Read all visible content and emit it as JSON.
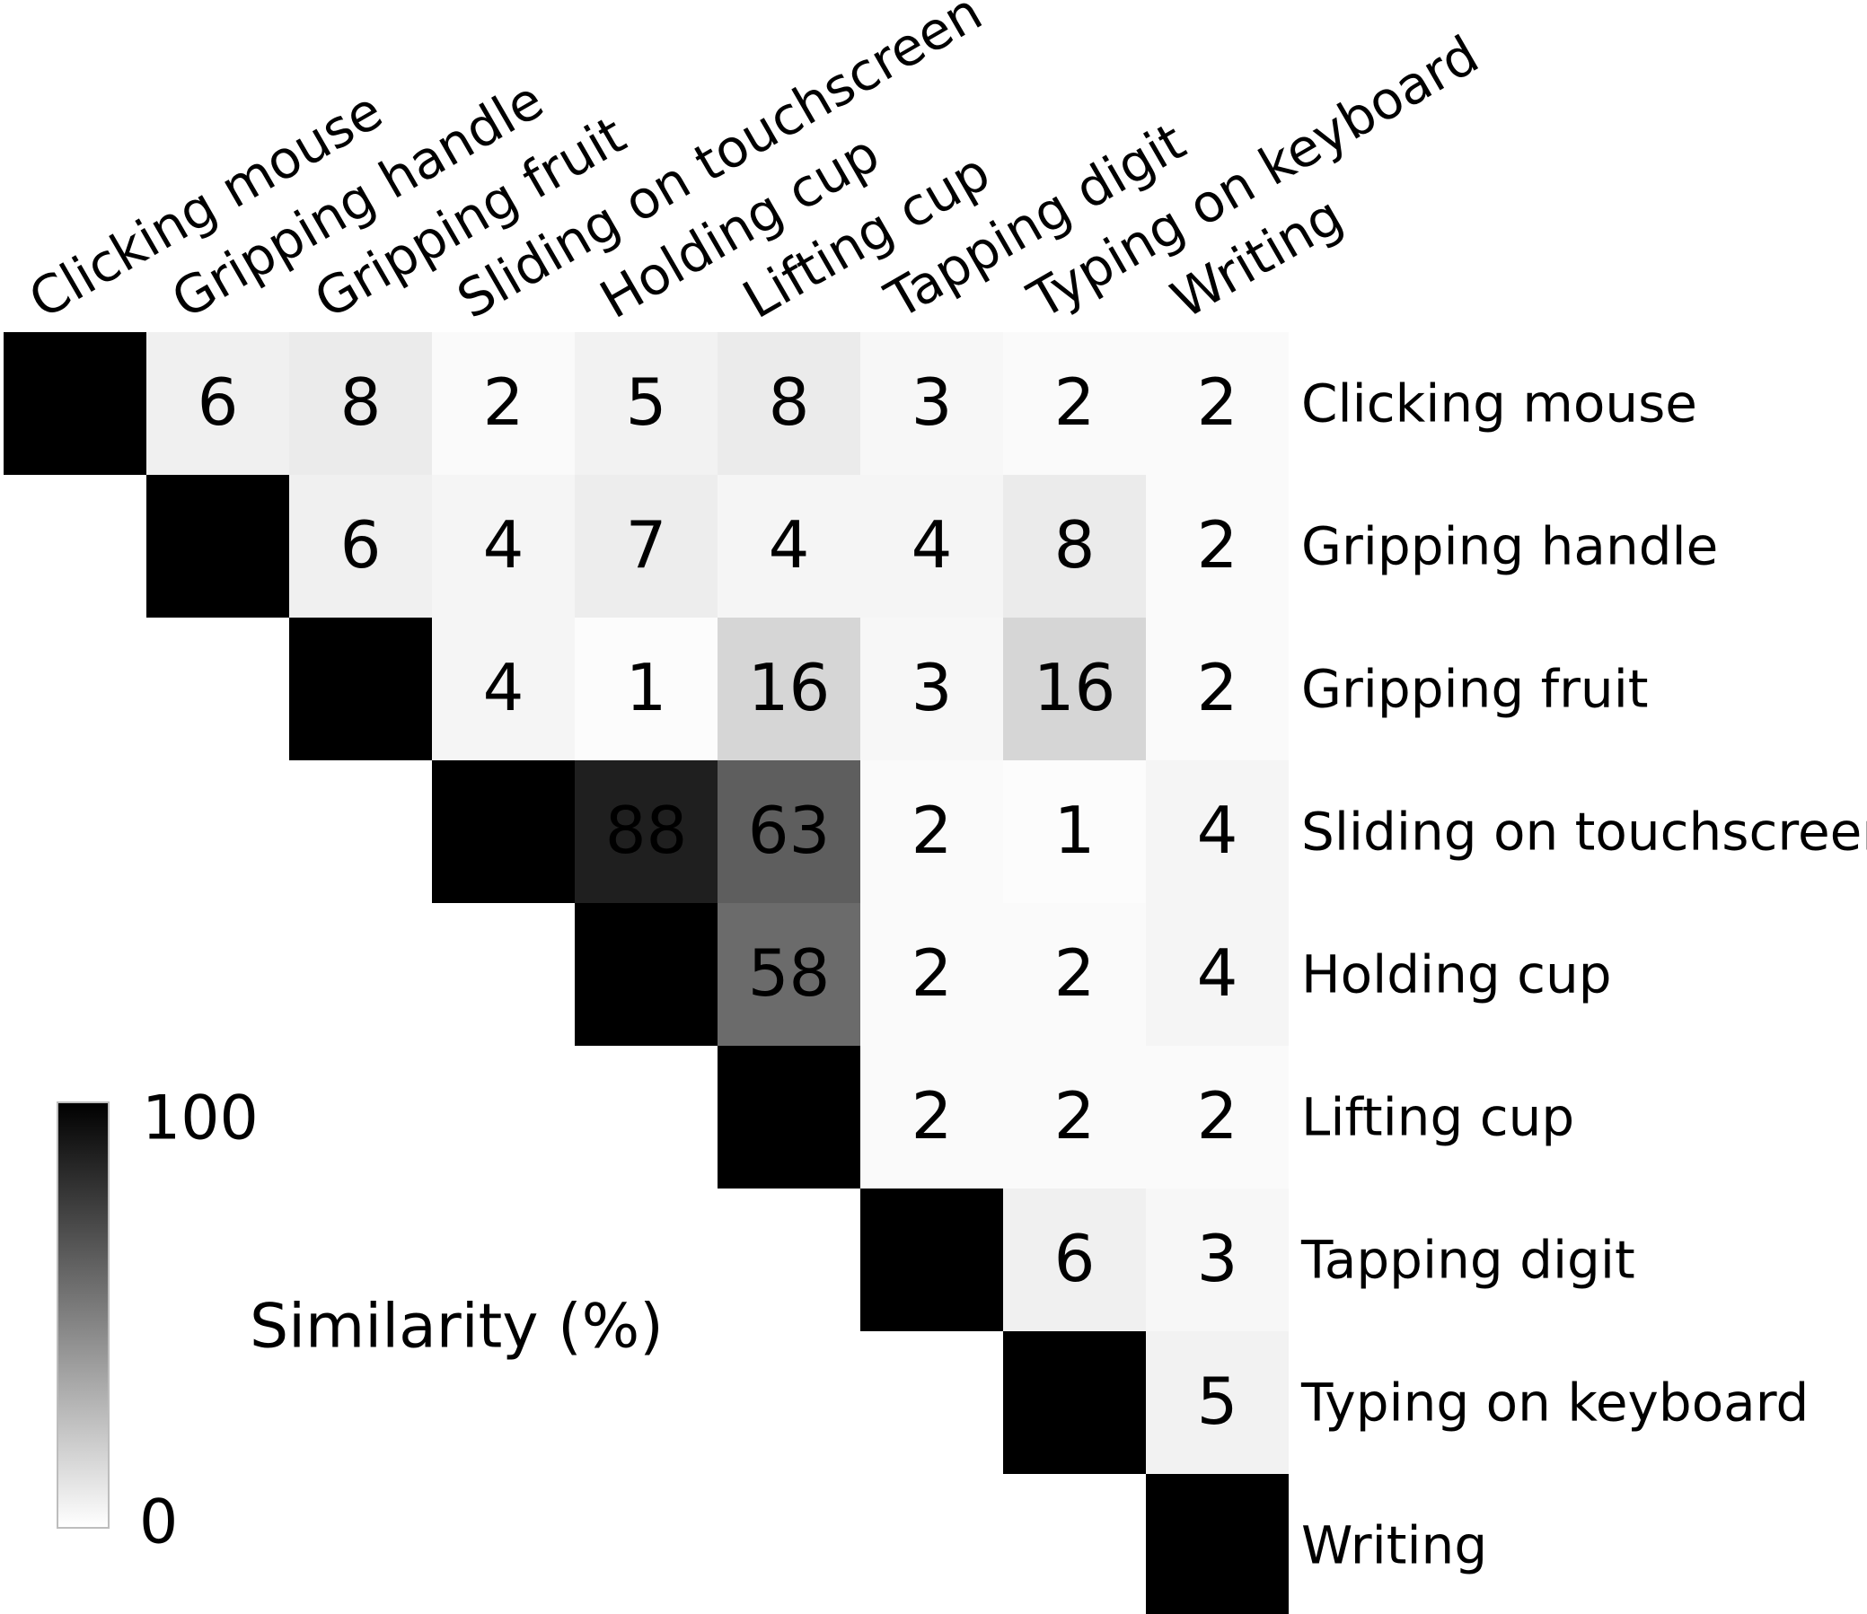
{
  "chart_data": {
    "type": "heatmap",
    "layout": "upper-triangular",
    "row_labels": [
      "Clicking mouse",
      "Gripping handle",
      "Gripping fruit",
      "Sliding on touchscreen",
      "Holding cup",
      "Lifting cup",
      "Tapping digit",
      "Typing on keyboard",
      "Writing"
    ],
    "col_labels": [
      "Clicking mouse",
      "Gripping handle",
      "Gripping fruit",
      "Sliding on touchscreen",
      "Holding cup",
      "Lifting cup",
      "Tapping digit",
      "Typing on keyboard",
      "Writing"
    ],
    "values": [
      [
        100,
        6,
        8,
        2,
        5,
        8,
        3,
        2,
        2
      ],
      [
        null,
        100,
        6,
        4,
        7,
        4,
        4,
        8,
        2
      ],
      [
        null,
        null,
        100,
        4,
        1,
        16,
        3,
        16,
        2
      ],
      [
        null,
        null,
        null,
        100,
        88,
        63,
        2,
        1,
        4
      ],
      [
        null,
        null,
        null,
        null,
        100,
        58,
        2,
        2,
        4
      ],
      [
        null,
        null,
        null,
        null,
        null,
        100,
        2,
        2,
        2
      ],
      [
        null,
        null,
        null,
        null,
        null,
        null,
        100,
        6,
        3
      ],
      [
        null,
        null,
        null,
        null,
        null,
        null,
        null,
        100,
        5
      ],
      [
        null,
        null,
        null,
        null,
        null,
        null,
        null,
        null,
        100
      ]
    ],
    "colorbar": {
      "title": "Similarity (%)",
      "min": 0,
      "max": 100,
      "min_label": "0",
      "max_label": "100",
      "color_low": "#ffffff",
      "color_high": "#000000"
    }
  }
}
